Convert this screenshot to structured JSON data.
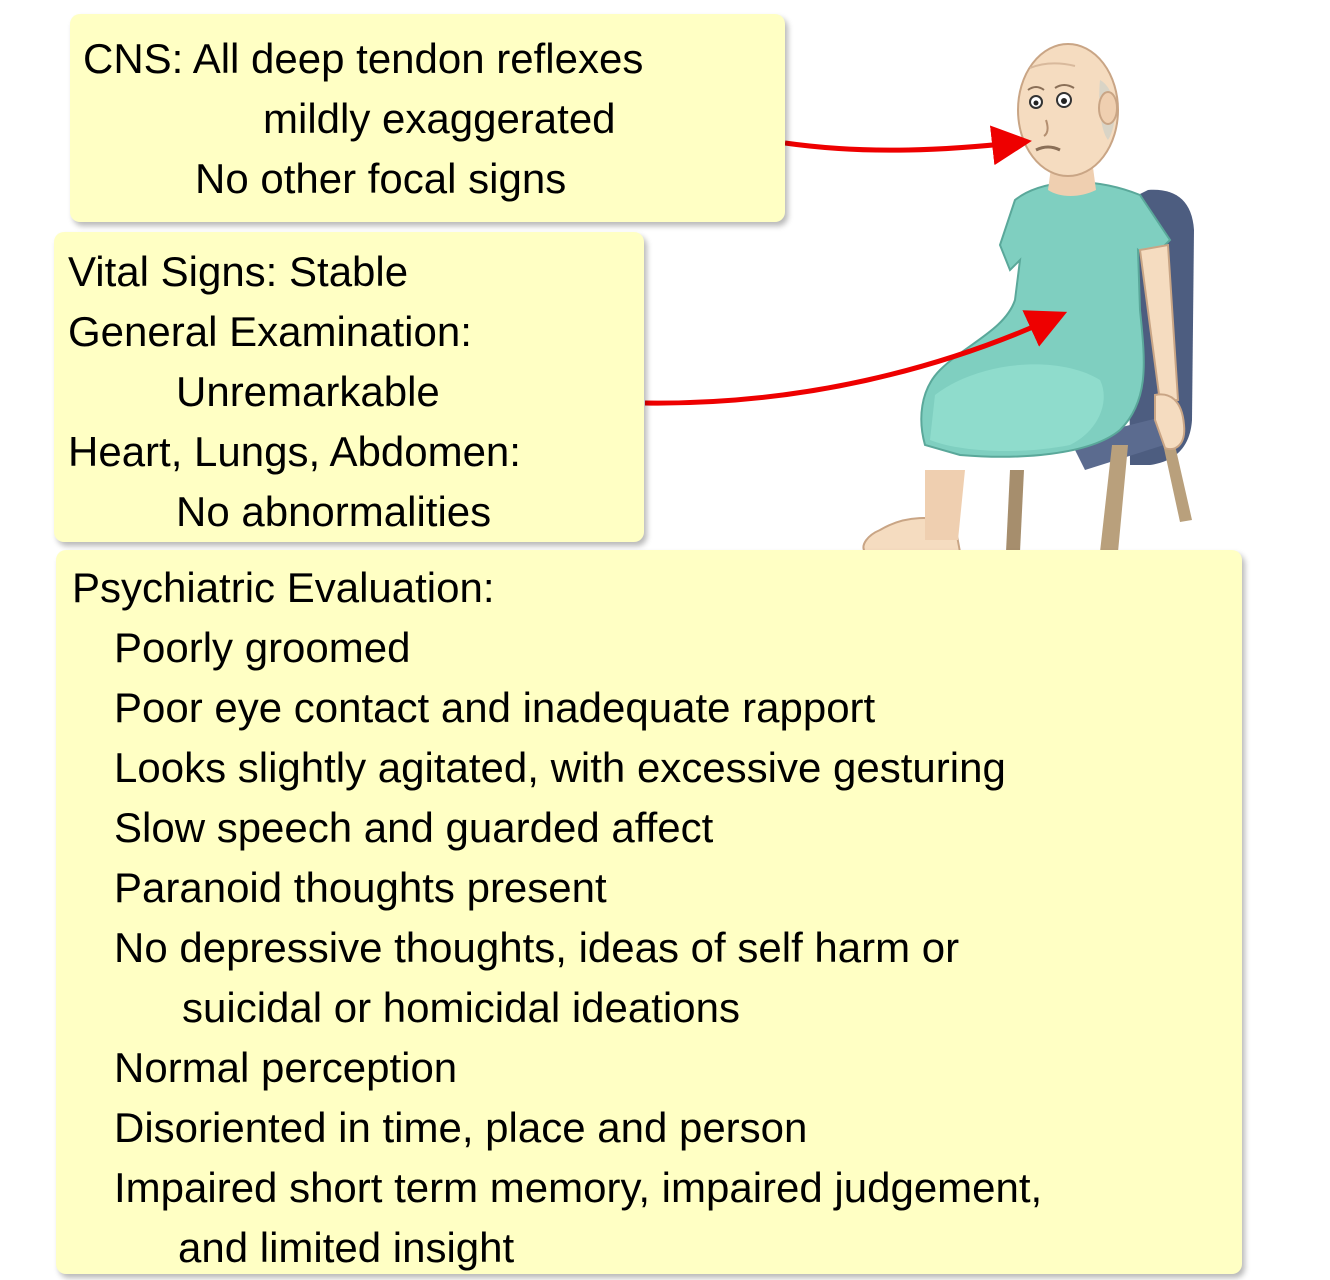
{
  "cns": {
    "lines": [
      "CNS: All deep tendon reflexes",
      "mildly exaggerated",
      "No other focal signs"
    ]
  },
  "vitals": {
    "lines": [
      "Vital Signs: Stable",
      "General Examination:",
      "Unremarkable",
      "Heart, Lungs, Abdomen:",
      "No abnormalities"
    ]
  },
  "psych": {
    "title": "Psychiatric Evaluation:",
    "items": [
      "Poorly groomed",
      "Poor eye contact and inadequate rapport",
      "Looks slightly agitated, with excessive gesturing",
      "Slow speech and guarded affect",
      "Paranoid thoughts present",
      "No depressive thoughts, ideas of self harm or",
      "suicidal or homicidal ideations",
      "Normal perception",
      "Disoriented in time, place and person",
      "Impaired short term memory, impaired judgement,",
      "and limited insight"
    ]
  },
  "colors": {
    "box_fill": "#ffffc4",
    "arrow": "#ee0000",
    "gown": "#7fcfc0",
    "chair": "#4d5d80",
    "skin": "#f5dcc0"
  },
  "icons": [
    "patient-illustration",
    "chair",
    "arrow"
  ]
}
